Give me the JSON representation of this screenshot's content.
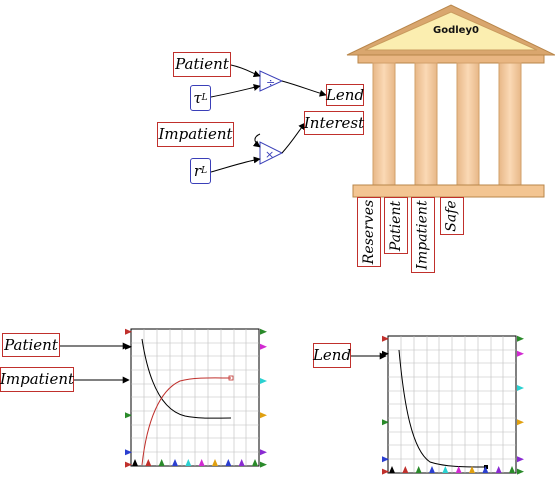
{
  "canvas": {
    "variables": {
      "patient": "Patient",
      "impatient": "Impatient",
      "lend": "Lend",
      "interest": "Interest",
      "plot_patient": "Patient",
      "plot_impatient": "Impatient",
      "plot_lend": "Lend"
    },
    "parameters": {
      "tau": {
        "symbol": "τ",
        "sub": "L"
      },
      "r": {
        "symbol": "r",
        "sub": "L"
      }
    },
    "operators": {
      "divide": "÷",
      "multiply": "×"
    },
    "godley": {
      "title": "Godley0",
      "columns": [
        "Reserves",
        "Patient",
        "Impatient",
        "Safe"
      ]
    }
  },
  "colors": {
    "variable_border": "#c0302c",
    "parameter_border": "#3a3fb8",
    "bank_fill": "#f7d6a8",
    "bank_roof_fill": "#fbeeb0",
    "bank_stroke": "#b8864a"
  }
}
